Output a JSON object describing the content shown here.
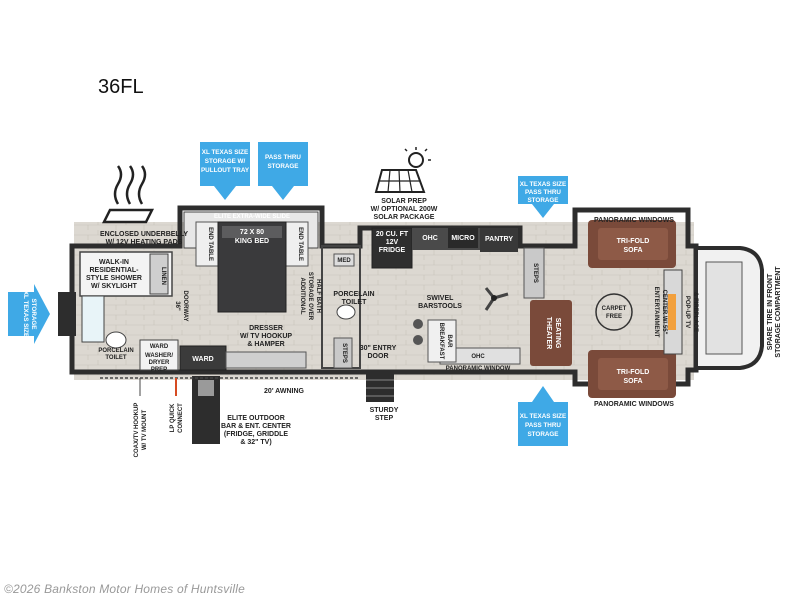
{
  "model": "36FL",
  "watermark": "©2026 Bankston Motor Homes of Huntsville",
  "callouts": {
    "left_storage": [
      "XL TEXAS SIZE",
      "STORAGE"
    ],
    "bed_storage": [
      "XL TEXAS SIZE",
      "STORAGE W/",
      "PULLOUT TRAY"
    ],
    "pass_thru": [
      "PASS THRU",
      "STORAGE"
    ],
    "top_right_storage": [
      "XL TEXAS SIZE",
      "PASS THRU",
      "STORAGE"
    ],
    "bottom_right_storage": [
      "XL TEXAS SIZE",
      "PASS THRU",
      "STORAGE"
    ]
  },
  "labels": {
    "underbelly": [
      "ENCLOSED UNDERBELLY",
      "W/ 12V HEATING PADS"
    ],
    "solar": [
      "SOLAR PREP",
      "W/ OPTIONAL 200W",
      "SOLAR PACKAGE"
    ],
    "shower": [
      "WALK-IN",
      "RESIDENTIAL-",
      "STYLE SHOWER",
      "W/ SKYLIGHT"
    ],
    "linen": "LINEN",
    "slide": "ELITE EXTRA-WIDE SLIDE",
    "end_table": "END TABLE",
    "bed": [
      "72 X 80",
      "KING BED"
    ],
    "half_bath": [
      "ADDITIONAL",
      "STORAGE OVER",
      "HALF BATH"
    ],
    "med": "MED",
    "porcelain_toilet": [
      "PORCELAIN",
      "TOILET"
    ],
    "fridge": [
      "20 CU. FT",
      "12V",
      "FRIDGE"
    ],
    "ohc": "OHC",
    "micro": "MICRO",
    "pantry": "PANTRY",
    "steps": "STEPS",
    "panoramic": "PANORAMIC WINDOWS",
    "tri_fold": [
      "TRI-FOLD",
      "SOFA"
    ],
    "doorway": [
      "36\"",
      "DOORWAY"
    ],
    "dresser": [
      "DRESSER",
      "W/ TV HOOKUP",
      "& HAMPER"
    ],
    "swivel": [
      "SWIVEL",
      "BARSTOOLS"
    ],
    "breakfast": [
      "BREAKFAST",
      "BAR"
    ],
    "panoramic_window": "PANORAMIC WINDOW",
    "theater": [
      "THEATER",
      "SEATING"
    ],
    "carpet": [
      "CARPET",
      "FREE"
    ],
    "entertainment": [
      "ENTERTAINMENT",
      "CENTER W/ 55\"",
      "POP-UP TV",
      "& FIREPLACE"
    ],
    "spare_tire": [
      "SPARE TIRE IN FRONT",
      "STORAGE COMPARTMENT"
    ],
    "porcelain_toilet_rear": [
      "PORCELAIN",
      "TOILET"
    ],
    "ward": "WARD",
    "washer": [
      "WASHER/",
      "DRYER",
      "PREP"
    ],
    "entry_door": [
      "30\" ENTRY",
      "DOOR"
    ],
    "awning": "20' AWNING",
    "sturdy_step": [
      "STURDY",
      "STEP"
    ],
    "coax": [
      "COAX/TV HOOKUP",
      "W/ TV MOUNT"
    ],
    "lp": [
      "LP QUICK",
      "CONNECT"
    ],
    "outdoor": [
      "ELITE OUTDOOR",
      "BAR & ENT. CENTER",
      "(FRIDGE, GRIDDLE",
      "& 32\" TV)"
    ]
  },
  "colors": {
    "callout_blue": "#3fa9e6",
    "wall_dark": "#2d2d2d",
    "floor": "#d6d2cb",
    "sofa_brown": "#7a4a3a",
    "bed_dark": "#3a3a3c"
  }
}
